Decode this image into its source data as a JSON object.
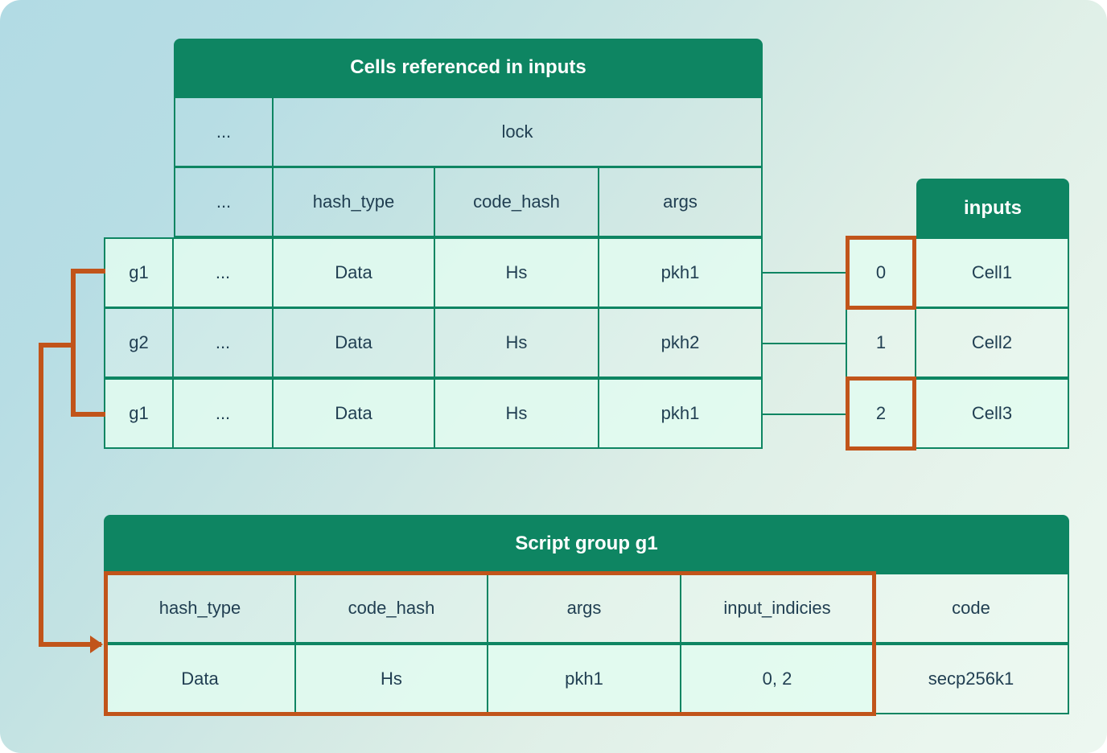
{
  "colors": {
    "green": "#0e8562",
    "orange": "#c1541a",
    "text": "#213f52",
    "bg_start": "#b2dbe4",
    "bg_end": "#ecf7f0"
  },
  "cells_table": {
    "title": "Cells referenced in inputs",
    "group_header_blank": "",
    "spanning_row": {
      "ellipsis": "...",
      "lock": "lock"
    },
    "column_headers": {
      "ellipsis": "...",
      "hash_type": "hash_type",
      "code_hash": "code_hash",
      "args": "args"
    },
    "rows": [
      {
        "group": "g1",
        "ellipsis": "...",
        "hash_type": "Data",
        "code_hash": "Hs",
        "args": "pkh1",
        "highlighted": true
      },
      {
        "group": "g2",
        "ellipsis": "...",
        "hash_type": "Data",
        "code_hash": "Hs",
        "args": "pkh2",
        "highlighted": false
      },
      {
        "group": "g1",
        "ellipsis": "...",
        "hash_type": "Data",
        "code_hash": "Hs",
        "args": "pkh1",
        "highlighted": true
      }
    ]
  },
  "inputs_table": {
    "title": "inputs",
    "rows": [
      {
        "index": "0",
        "cell": "Cell1",
        "highlighted": true
      },
      {
        "index": "1",
        "cell": "Cell2",
        "highlighted": false
      },
      {
        "index": "2",
        "cell": "Cell3",
        "highlighted": true
      }
    ]
  },
  "script_group_table": {
    "title": "Script group g1",
    "column_headers": [
      "hash_type",
      "code_hash",
      "args",
      "input_indicies",
      "code"
    ],
    "row": [
      "Data",
      "Hs",
      "pkh1",
      "0, 2",
      "secp256k1"
    ]
  }
}
